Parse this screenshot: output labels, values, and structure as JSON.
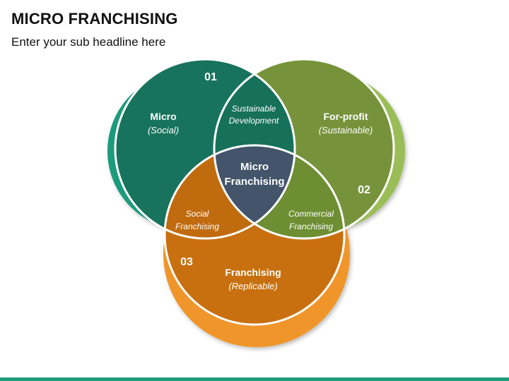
{
  "header": {
    "title": "MICRO FRANCHISING",
    "subtitle": "Enter your sub headline here"
  },
  "diagram": {
    "circles": [
      {
        "number": "01",
        "title": "Micro",
        "subtitle": "(Social)",
        "ring_color": "#1e9a7c",
        "fill_color": "#17735d"
      },
      {
        "number": "02",
        "title": "For-profit",
        "subtitle": "(Sustainable)",
        "ring_color": "#9bbd59",
        "fill_color": "#76933b"
      },
      {
        "number": "03",
        "title": "Franchising",
        "subtitle": "(Replicable)",
        "ring_color": "#f0952a",
        "fill_color": "#c8700f"
      }
    ],
    "overlaps": {
      "top": {
        "line1": "Sustainable",
        "line2": "Development",
        "color": "#16705a"
      },
      "left": {
        "line1": "Social",
        "line2": "Franchising",
        "color": "#c06b0e"
      },
      "right": {
        "line1": "Commercial",
        "line2": "Franchising",
        "color": "#6e8e33"
      }
    },
    "center": {
      "line1": "Micro",
      "line2": "Franchising",
      "color": "#44546a"
    }
  },
  "footer": {
    "bar_color": "#1e9a7c"
  }
}
